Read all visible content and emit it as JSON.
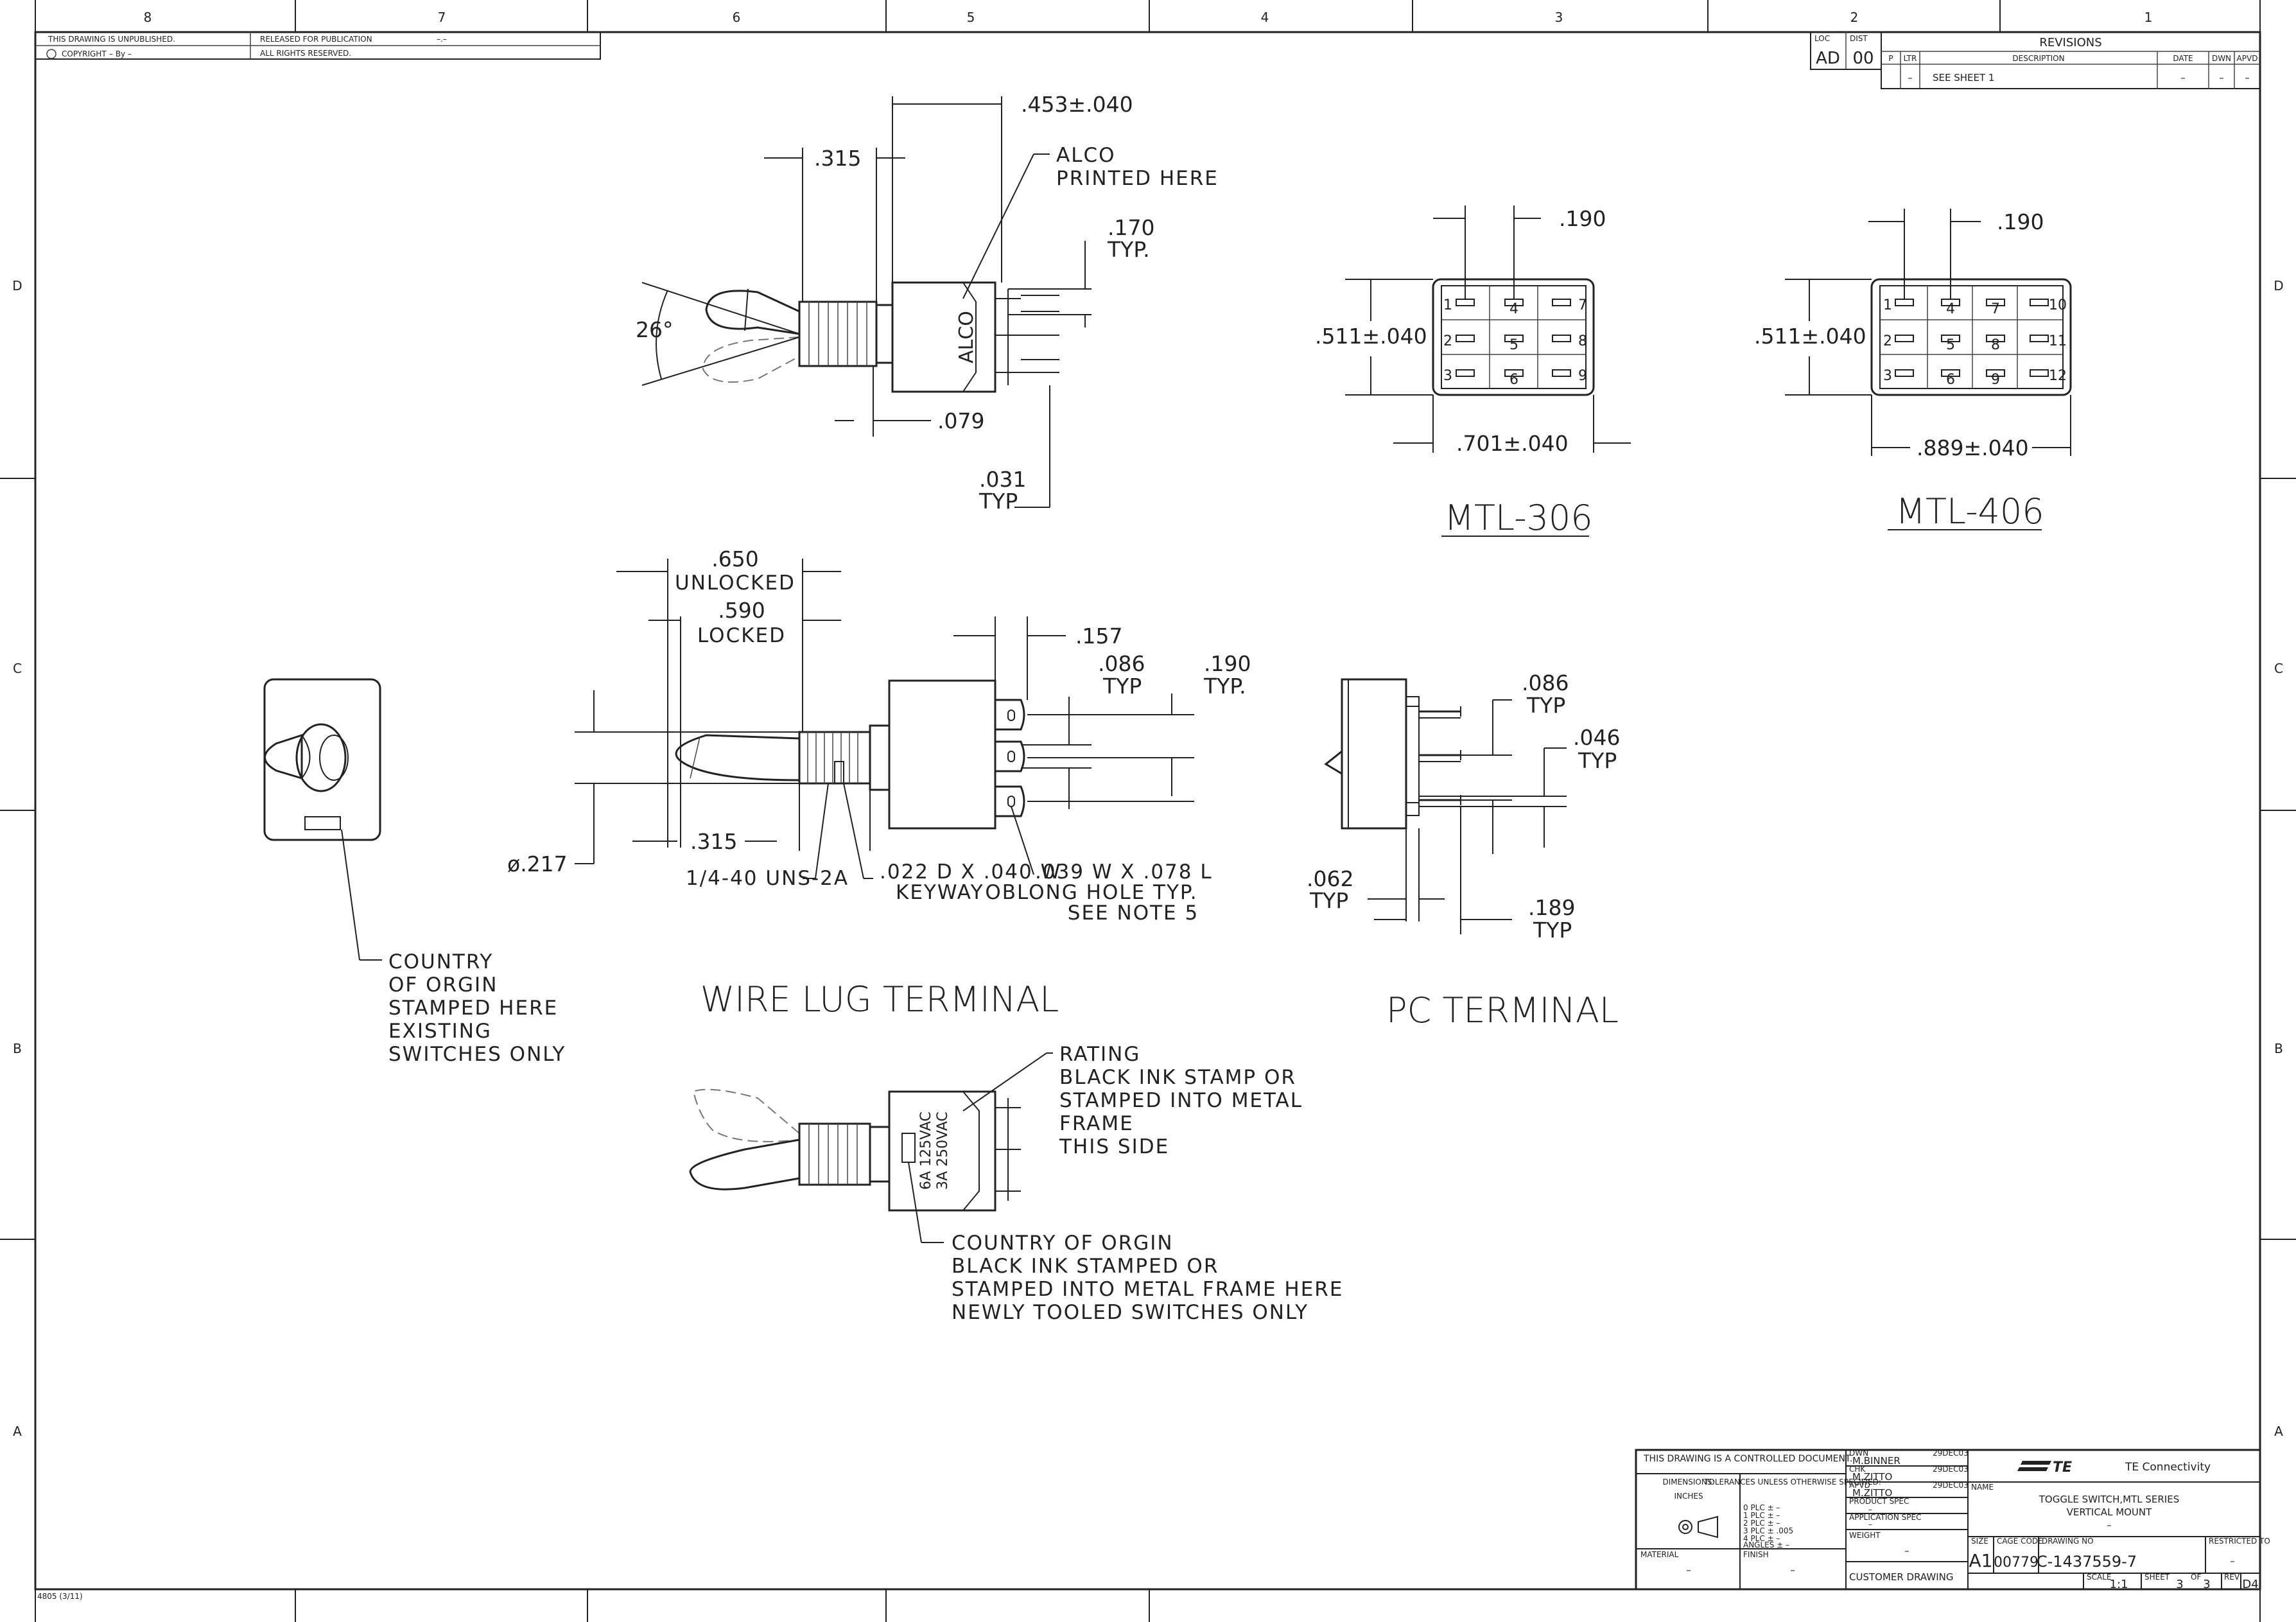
{
  "zones": {
    "top": [
      "8",
      "7",
      "6",
      "5",
      "4",
      "3",
      "2",
      "1"
    ],
    "side": [
      "D",
      "C",
      "B",
      "A"
    ]
  },
  "header": {
    "unpublished": "THIS DRAWING IS UNPUBLISHED.",
    "released": "RELEASED FOR PUBLICATION",
    "released_value": "–.–",
    "copyright": "COPYRIGHT",
    "copyright_by": "– By –",
    "rights": "ALL RIGHTS RESERVED."
  },
  "doc_block": {
    "loc_label": "LOC",
    "loc_value": "AD",
    "dist_label": "DIST",
    "dist_value": "00"
  },
  "revisions": {
    "title": "REVISIONS",
    "columns": [
      "P",
      "LTR",
      "DESCRIPTION",
      "DATE",
      "DWN",
      "APVD"
    ],
    "row": [
      "–",
      "SEE SHEET 1",
      "–",
      "–",
      "–"
    ]
  },
  "view_top": {
    "dims": {
      "d453": ".453±.040",
      "d315": ".315",
      "d170": ".170",
      "d170_typ": "TYP.",
      "d079": ".079",
      "d031": ".031",
      "d031_typ": "TYP",
      "angle": "26°"
    },
    "callout_line1": "ALCO",
    "callout_line2": "PRINTED HERE",
    "body_label": "ALCO"
  },
  "mtl306": {
    "title": "MTL-306",
    "dim_pitch": ".190",
    "dim_height": ".511±.040",
    "dim_width": ".701±.040",
    "pins": [
      "1",
      "4",
      "7",
      "2",
      "5",
      "8",
      "3",
      "6",
      "9"
    ]
  },
  "mtl406": {
    "title": "MTL-406",
    "dim_pitch": ".190",
    "dim_height": ".511±.040",
    "dim_width": ".889±.040",
    "pins": [
      "1",
      "4",
      "7",
      "10",
      "2",
      "5",
      "8",
      "11",
      "3",
      "6",
      "9",
      "12"
    ]
  },
  "front_view": {
    "callout": [
      "COUNTRY",
      "OF ORGIN",
      "STAMPED HERE",
      "EXISTING",
      "SWITCHES ONLY"
    ]
  },
  "wire_lug": {
    "title": "WIRE LUG TERMINAL",
    "d650": ".650",
    "unlocked": "UNLOCKED",
    "d590": ".590",
    "locked": "LOCKED",
    "d157": ".157",
    "d086": ".086",
    "d086_typ": "TYP",
    "d190": ".190",
    "d190_typ": "TYP.",
    "d217": "ø.217",
    "d315": ".315",
    "thread": "1/4-40 UNS-2A",
    "keyway_1": ".022 D X .040 W",
    "keyway_2": "KEYWAY",
    "hole_1": ".039 W X .078 L",
    "hole_2": "OBLONG HOLE TYP.",
    "hole_3": "SEE NOTE 5"
  },
  "pc_terminal": {
    "title": "PC TERMINAL",
    "d086": ".086",
    "d086_typ": "TYP",
    "d046": ".046",
    "d046_typ": "TYP",
    "d062": ".062",
    "d062_typ": "TYP",
    "d189": ".189",
    "d189_typ": "TYP"
  },
  "rating_view": {
    "rating_callout": [
      "RATING",
      "BLACK INK STAMP OR",
      "STAMPED INTO METAL",
      "FRAME",
      "THIS SIDE"
    ],
    "stamp_1": "6A 125VAC",
    "stamp_2": "3A 250VAC",
    "country_callout": [
      "COUNTRY OF ORGIN",
      "BLACK INK STAMPED OR",
      "STAMPED INTO METAL FRAME HERE",
      "NEWLY TOOLED SWITCHES ONLY"
    ]
  },
  "title_block": {
    "controlled": "THIS DRAWING IS A CONTROLLED DOCUMENT.",
    "dimensions_label": "DIMENSIONS:",
    "dimensions_value": "INCHES",
    "tolerances": "TOLERANCES UNLESS OTHERWISE SPECIFIED:",
    "tol_rows": [
      "0 PLC ± –",
      "1 PLC ± –",
      "2 PLC ± –",
      "3 PLC ± .005",
      "4 PLC ± –",
      "ANGLES ± –"
    ],
    "material_label": "MATERIAL",
    "material_value": "–",
    "finish_label": "FINISH",
    "finish_value": "–",
    "dwn_label": "DWN",
    "dwn_name": "M.BINNER",
    "dwn_date": "29DEC03",
    "chk_label": "CHK",
    "chk_name": "M.ZITTO",
    "chk_date": "29DEC03",
    "apvd_label": "APVD",
    "apvd_name": "M.ZITTO",
    "apvd_date": "29DEC03",
    "product_spec_label": "PRODUCT SPEC",
    "product_spec_value": "–",
    "app_spec_label": "APPLICATION SPEC",
    "app_spec_value": "–",
    "weight_label": "WEIGHT",
    "weight_value": "–",
    "brand": "TE Connectivity",
    "name_label": "NAME",
    "name_line1": "TOGGLE SWITCH,MTL SERIES",
    "name_line2": "VERTICAL MOUNT",
    "name_line3": "–",
    "size_label": "SIZE",
    "size_value": "A1",
    "cage_label": "CAGE CODE",
    "cage_value": "00779",
    "dwg_label": "DRAWING NO",
    "dwg_value": "C-1437559-7",
    "restricted_label": "RESTRICTED TO",
    "restricted_value": "–",
    "customer": "CUSTOMER DRAWING",
    "scale_label": "SCALE",
    "scale_value": "1:1",
    "sheet_label": "SHEET",
    "sheet_value": "3",
    "of_label": "OF",
    "of_value": "3",
    "rev_label": "REV",
    "rev_value": "D4"
  },
  "form_code": "4805 (3/11)"
}
